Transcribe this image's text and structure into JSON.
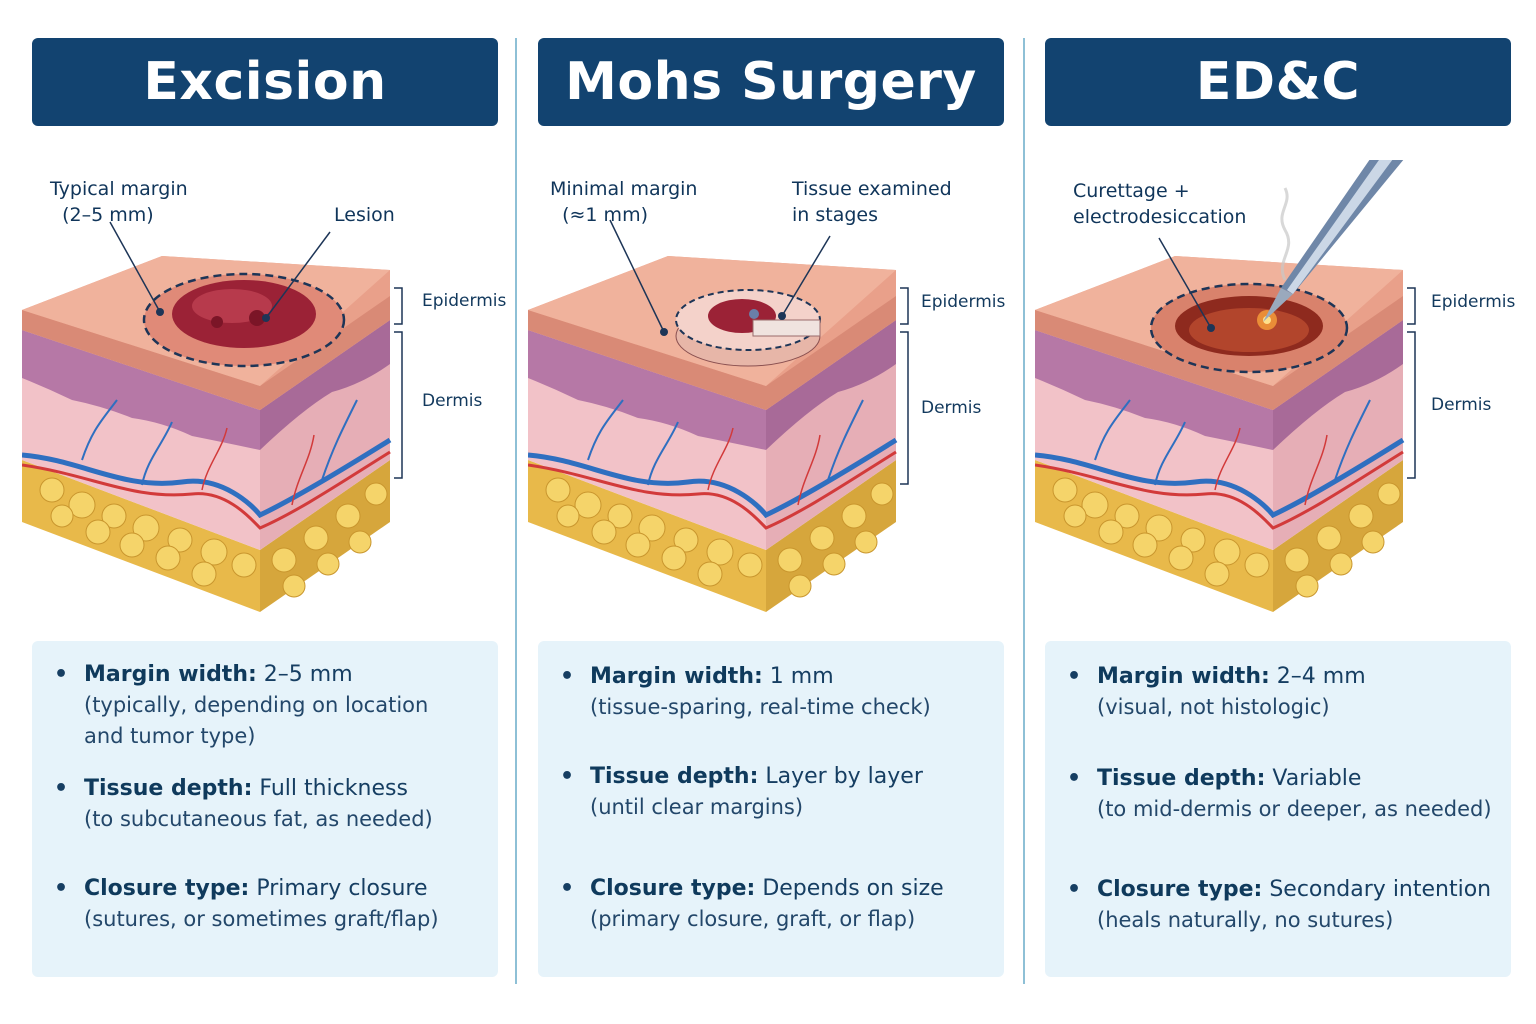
{
  "columns": [
    {
      "title": "Excision",
      "callouts": [
        "Typical margin",
        "(2–5 mm)",
        "Lesion"
      ],
      "layers": [
        "Epidermis",
        "Dermis"
      ],
      "bullets": [
        {
          "label": "Margin width:",
          "value": "2–5 mm",
          "lines": [
            "(typically, depending on location",
            "and tumor type)"
          ]
        },
        {
          "label": "Tissue depth:",
          "value": "Full thickness",
          "lines": [
            "(to subcutaneous fat, as needed)"
          ]
        },
        {
          "label": "Closure type:",
          "value": "Primary closure",
          "lines": [
            "(sutures, or sometimes graft/flap)"
          ]
        }
      ]
    },
    {
      "title": "Mohs Surgery",
      "callouts": [
        "Minimal margin",
        "(≈1 mm)",
        "Tissue examined",
        "in stages"
      ],
      "layers": [
        "Epidermis",
        "Dermis"
      ],
      "bullets": [
        {
          "label": "Margin width:",
          "value": "1 mm",
          "lines": [
            "(tissue-sparing, real-time check)"
          ]
        },
        {
          "label": "Tissue depth:",
          "value": "Layer by layer",
          "lines": [
            "(until clear margins)"
          ]
        },
        {
          "label": "Closure type:",
          "value": "Depends on size",
          "lines": [
            "(primary closure, graft, or flap)"
          ]
        }
      ]
    },
    {
      "title": "ED&C",
      "callouts": [
        "Curettage +",
        "electrodesiccation"
      ],
      "layers": [
        "Epidermis",
        "Dermis"
      ],
      "bullets": [
        {
          "label": "Margin width:",
          "value": "2–4 mm",
          "lines": [
            "(visual, not histologic)"
          ]
        },
        {
          "label": "Tissue depth:",
          "value": "Variable",
          "lines": [
            "(to mid-dermis or deeper, as needed)"
          ]
        },
        {
          "label": "Closure type:",
          "value": "Secondary intention",
          "lines": [
            "(heals naturally, no sutures)"
          ]
        }
      ]
    }
  ],
  "colors": {
    "header": "#124370",
    "info_bg": "#e6f3fa",
    "divider": "#8ec0d6",
    "epidermis": "#e9a08a",
    "dermis": "#f2c2c8",
    "papillary": "#b678a6",
    "fat": "#f0cd63",
    "vein": "#2f6fc0",
    "artery": "#d23a3a",
    "lesion": "#9b2236"
  },
  "icons": [
    "skin-block-illustration",
    "electrocautery-probe-icon",
    "smoke-icon"
  ]
}
